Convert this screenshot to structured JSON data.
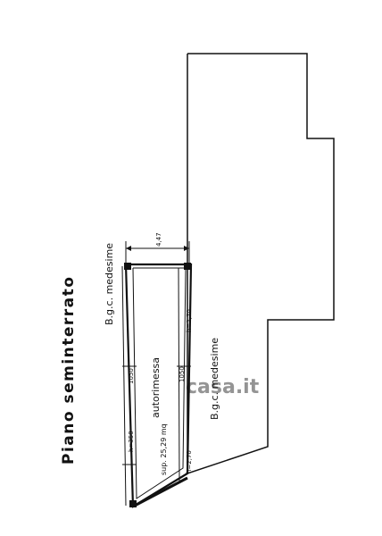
{
  "sheet_label": "Piano seminterrato",
  "rooms": {
    "garage": {
      "name": "autorimessa",
      "area": "sup. 25,29 mq"
    },
    "neighbor_top": "B.g.c. medesime",
    "neighbor_right": "B.g.c. medesime"
  },
  "dimensions": {
    "height": "h=350",
    "width_top": "4,47",
    "length_left": "1050",
    "length_right": "1050",
    "height_right": "h=2,70",
    "height_right_low": "h=2,70"
  },
  "watermark": "casa.it",
  "colors": {
    "ink": "#111111",
    "paper": "#ffffff",
    "watermark": "#c9ccd1"
  }
}
